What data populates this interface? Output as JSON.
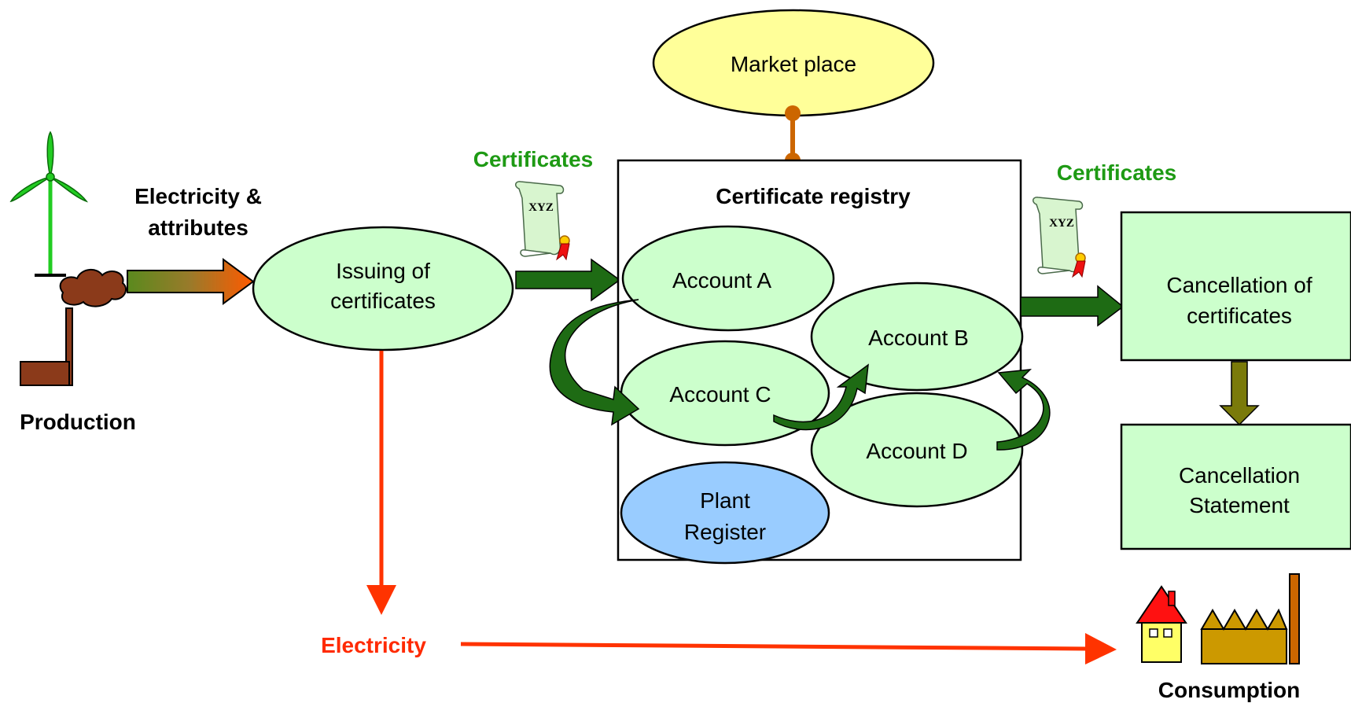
{
  "production": {
    "label": "Production"
  },
  "flow": {
    "electricity_attributes_line1": "Electricity &",
    "electricity_attributes_line2": "attributes",
    "certificates_left": "Certificates",
    "certificates_right": "Certificates",
    "electricity": "Electricity"
  },
  "issuing": {
    "line1": "Issuing of",
    "line2": "certificates"
  },
  "market_place": {
    "label": "Market place"
  },
  "registry": {
    "title": "Certificate registry",
    "accounts": [
      {
        "label": "Account A"
      },
      {
        "label": "Account B"
      },
      {
        "label": "Account C"
      },
      {
        "label": "Account D"
      }
    ],
    "plant_register": {
      "line1": "Plant",
      "line2": "Register"
    }
  },
  "certificate_icon": {
    "text": "XYZ"
  },
  "cancellation": {
    "line1": "Cancellation of",
    "line2": "certificates"
  },
  "statement": {
    "line1": "Cancellation",
    "line2": "Statement"
  },
  "consumption": {
    "label": "Consumption"
  },
  "colors": {
    "ellipse_green": "#ccffcc",
    "ellipse_blue": "#99ccff",
    "ellipse_yellow": "#ffff99",
    "arrow_green": "#1e6b14",
    "arrow_red": "#ff3300",
    "text_green": "#1e9a14",
    "connector": "#cc6600"
  }
}
